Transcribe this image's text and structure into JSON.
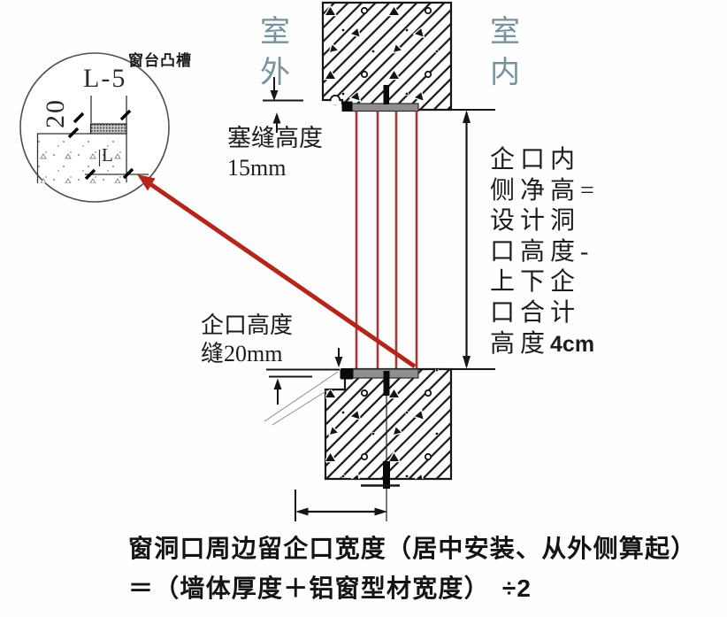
{
  "detail_callout": {
    "title": "窗台凸槽",
    "dim_width": "L-5",
    "dim_side": "20",
    "mark": "L"
  },
  "room_labels": {
    "outdoor": "室外",
    "indoor": "室内"
  },
  "annotations": {
    "seal_gap": {
      "line1": "塞缝高度",
      "line2": "15mm"
    },
    "groove_gap": {
      "line1": "企口高度",
      "line2": "缝20mm"
    },
    "inner_height": {
      "lines": [
        "企口内",
        "侧净高=",
        "设计洞",
        "口高度-",
        "上下企",
        "口合计",
        "高度"
      ],
      "value": "4cm"
    }
  },
  "formula": {
    "line1": "窗洞口周边留企口宽度（居中安装、从外侧算起）",
    "line2": {
      "eq": "＝",
      "open": "（墙体厚度",
      "plus": "＋",
      "rest": "铝窗型材宽度）",
      "div": "÷2"
    }
  },
  "colors": {
    "room_label": "#74939c",
    "window_line_red": "#a33936",
    "pointer_red": "#b6251c",
    "frame_gray": "#8f8f8f",
    "ink": "#1a1a1a"
  }
}
